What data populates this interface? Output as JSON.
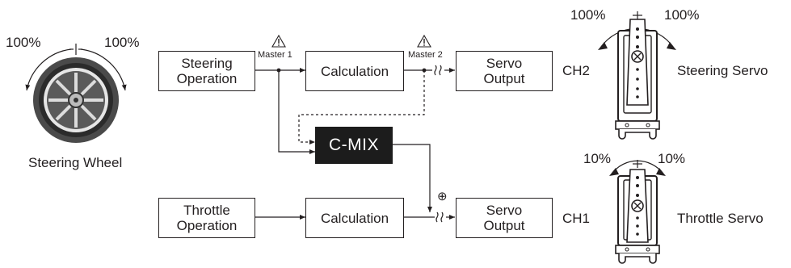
{
  "steering_wheel": {
    "left_pct": "100%",
    "right_pct": "100%",
    "label": "Steering Wheel"
  },
  "steering_op": {
    "line1": "Steering",
    "line2": "Operation"
  },
  "throttle_op": {
    "line1": "Throttle",
    "line2": "Operation"
  },
  "calc_top": "Calculation",
  "calc_bottom": "Calculation",
  "servo_top": {
    "line1": "Servo",
    "line2": "Output",
    "channel": "CH2"
  },
  "servo_bottom": {
    "line1": "Servo",
    "line2": "Output",
    "channel": "CH1"
  },
  "master1": "Master 1",
  "master2": "Master 2",
  "cmix": "C-MIX",
  "plus_symbol": "⊕",
  "steering_servo": {
    "left_pct": "100%",
    "right_pct": "100%",
    "label": "Steering Servo"
  },
  "throttle_servo": {
    "left_pct": "10%",
    "right_pct": "10%",
    "label": "Throttle Servo"
  },
  "colors": {
    "ink": "#231f20",
    "cmix_bg": "#1c1c1c"
  }
}
